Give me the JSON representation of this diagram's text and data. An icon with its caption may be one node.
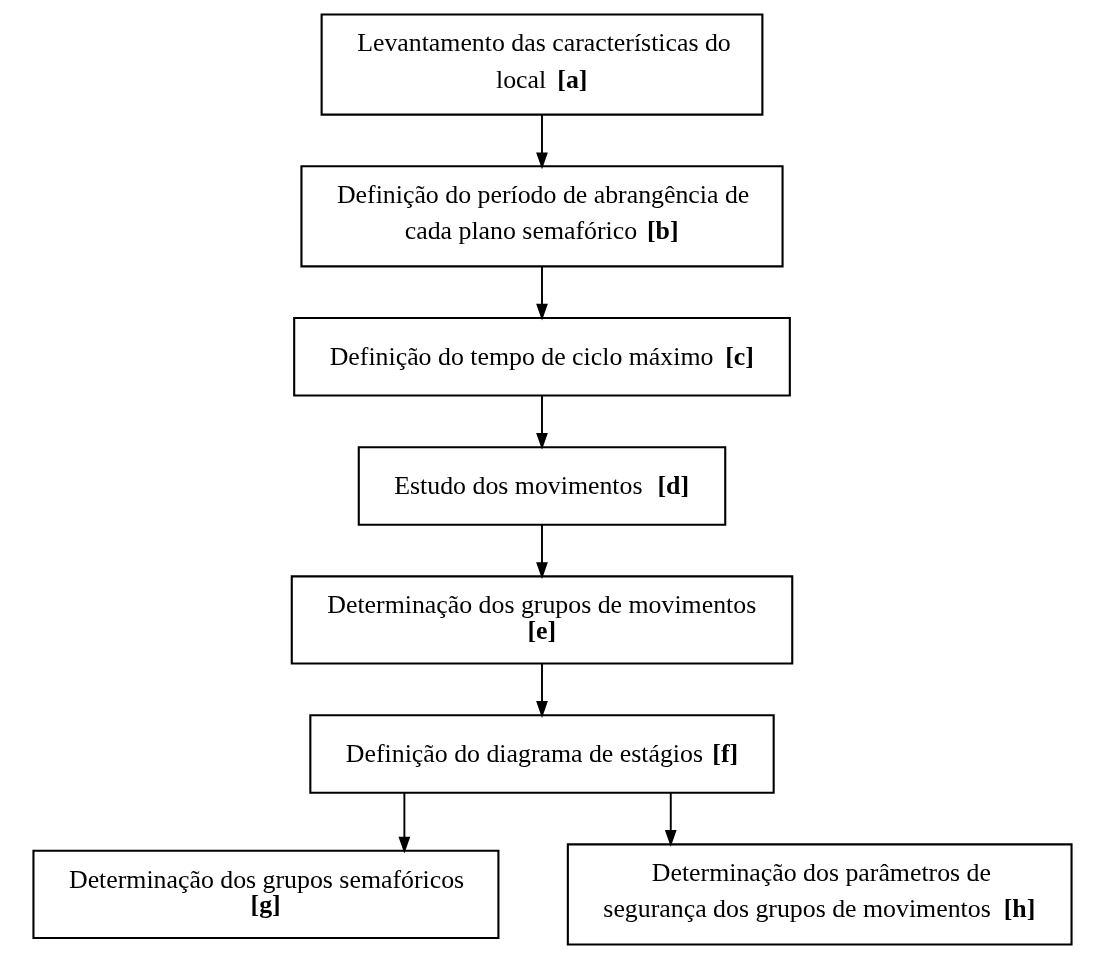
{
  "diagram": {
    "nodes": [
      {
        "text": [
          "Levantamento das características do local **[a]**"
        ]
      },
      {
        "text": [
          "Definição do período de abrangência de cada plano semafórico **[b]**"
        ]
      },
      {
        "text": [
          "Definição do tempo de ciclo máximo **[c]**"
        ]
      },
      {
        "text": [
          "Estudo dos movimentos **[d]**"
        ]
      },
      {
        "text": [
          "Determinação dos grupos de movimentos **[e]**"
        ]
      },
      {
        "text": [
          "Definição do diagrama de estágios **[f]**"
        ]
      },
      {
        "text": [
          "Determinação dos grupos semafóricos **[g]**"
        ]
      },
      {
        "text": [
          "Determinação dos parâmetros de segurança dos grupos de movimentos **[h]**"
        ]
      }
    ],
    "edges": [
      {
        "from": 0,
        "to": 1,
        "arrow": "to"
      },
      {
        "from": 1,
        "to": 2,
        "arrow": "to"
      },
      {
        "from": 2,
        "to": 3,
        "arrow": "to"
      },
      {
        "from": 3,
        "to": 4,
        "arrow": "to"
      },
      {
        "from": 4,
        "to": 5,
        "arrow": "to"
      },
      {
        "from": 5,
        "to": 6,
        "arrow": "to"
      },
      {
        "from": 5,
        "to": 7,
        "arrow": "to"
      }
    ]
  }
}
